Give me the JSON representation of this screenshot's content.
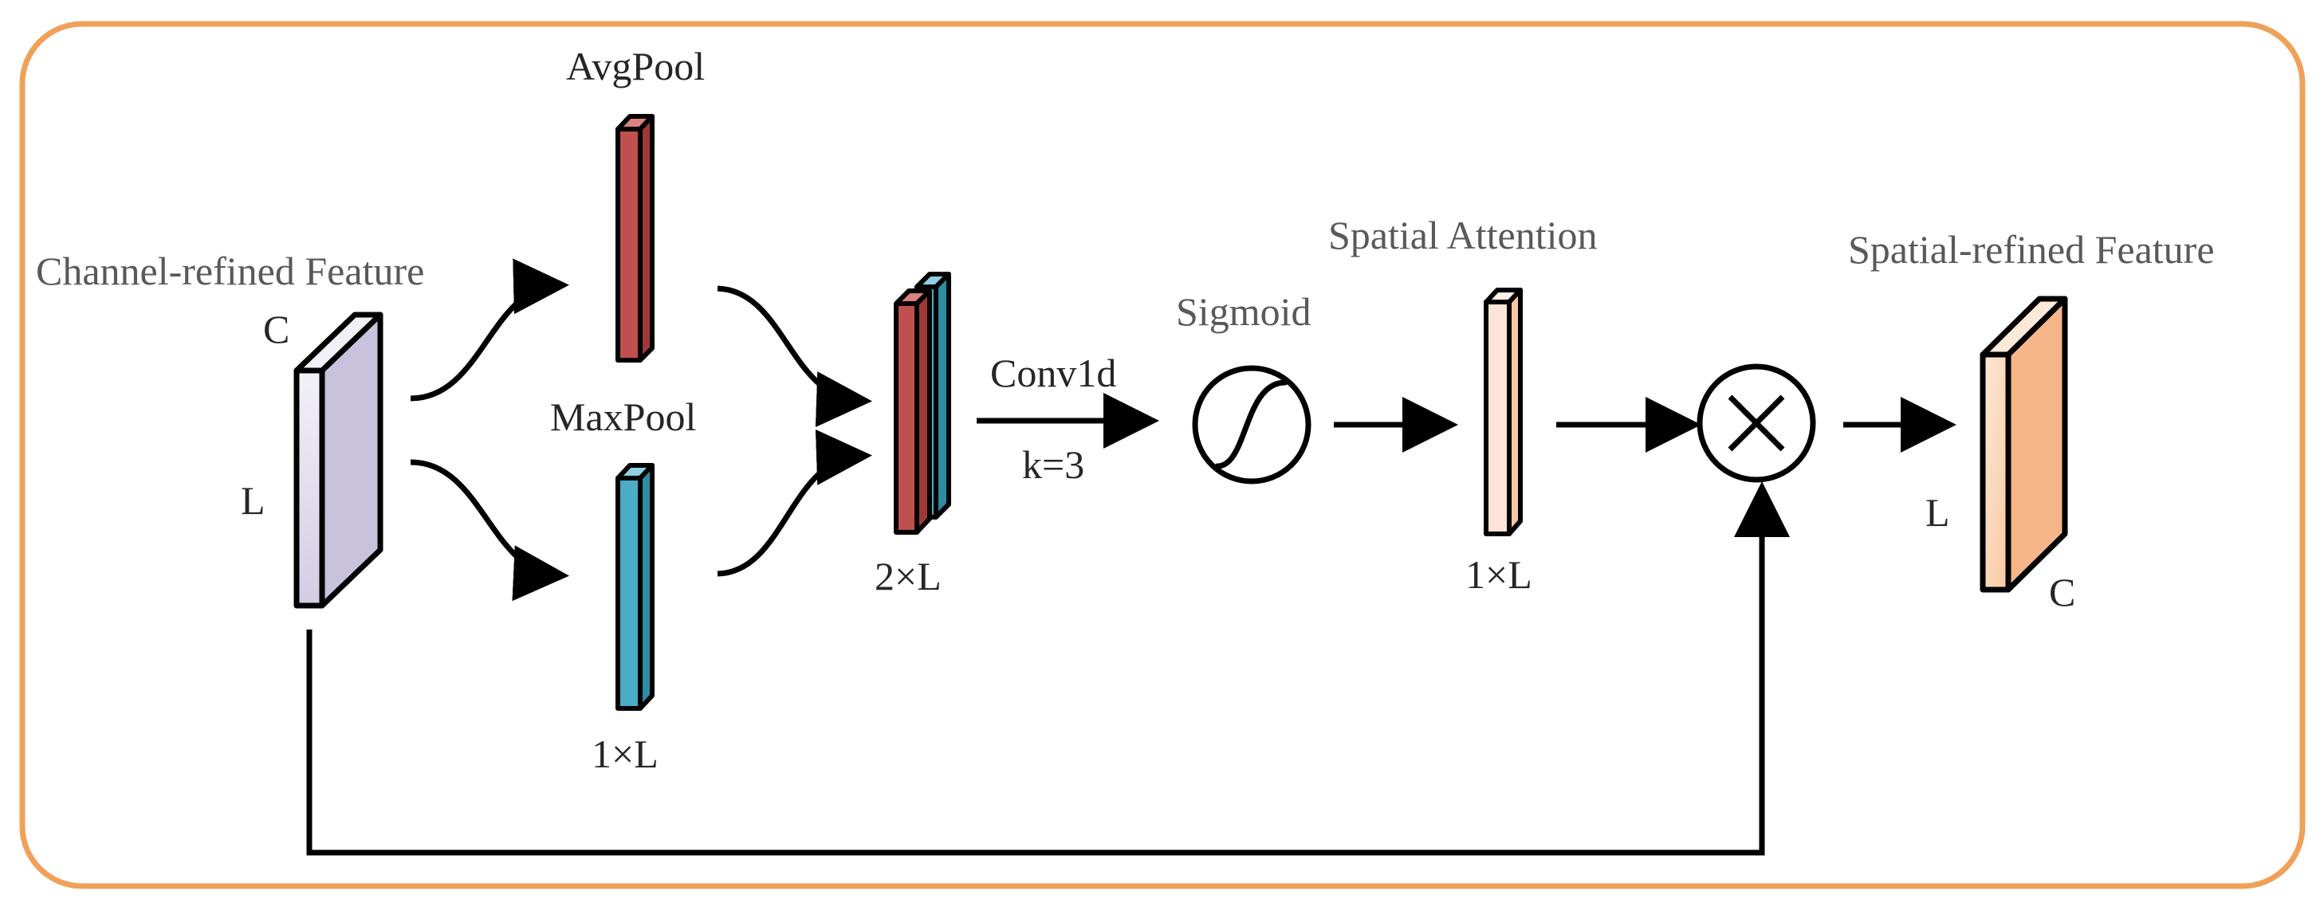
{
  "labels": {
    "input_feature": "Channel-refined Feature",
    "input_dim_c": "C",
    "input_dim_l": "L",
    "avgpool": "AvgPool",
    "maxpool": "MaxPool",
    "pool_dim": "1×L",
    "concat_dim": "2×L",
    "conv": "Conv1d",
    "conv_kernel": "k=3",
    "sigmoid": "Sigmoid",
    "attention": "Spatial Attention",
    "attention_dim": "1×L",
    "output_feature": "Spatial-refined Feature",
    "output_dim_l": "L",
    "output_dim_c": "C"
  },
  "colors": {
    "frame_border": "#f0a158",
    "avgpool_block": "#c0504d",
    "maxpool_block": "#4bacc6",
    "input_block_light": "#f2f0f7",
    "input_block_dark": "#d3cde4",
    "attention_block": "#fce4d6",
    "output_block_light": "#fde9d9",
    "output_block_dark": "#f9c89e",
    "line": "#000000"
  },
  "icons": {
    "sigmoid": "sigmoid-curve-icon",
    "multiply": "circled-times-icon"
  }
}
